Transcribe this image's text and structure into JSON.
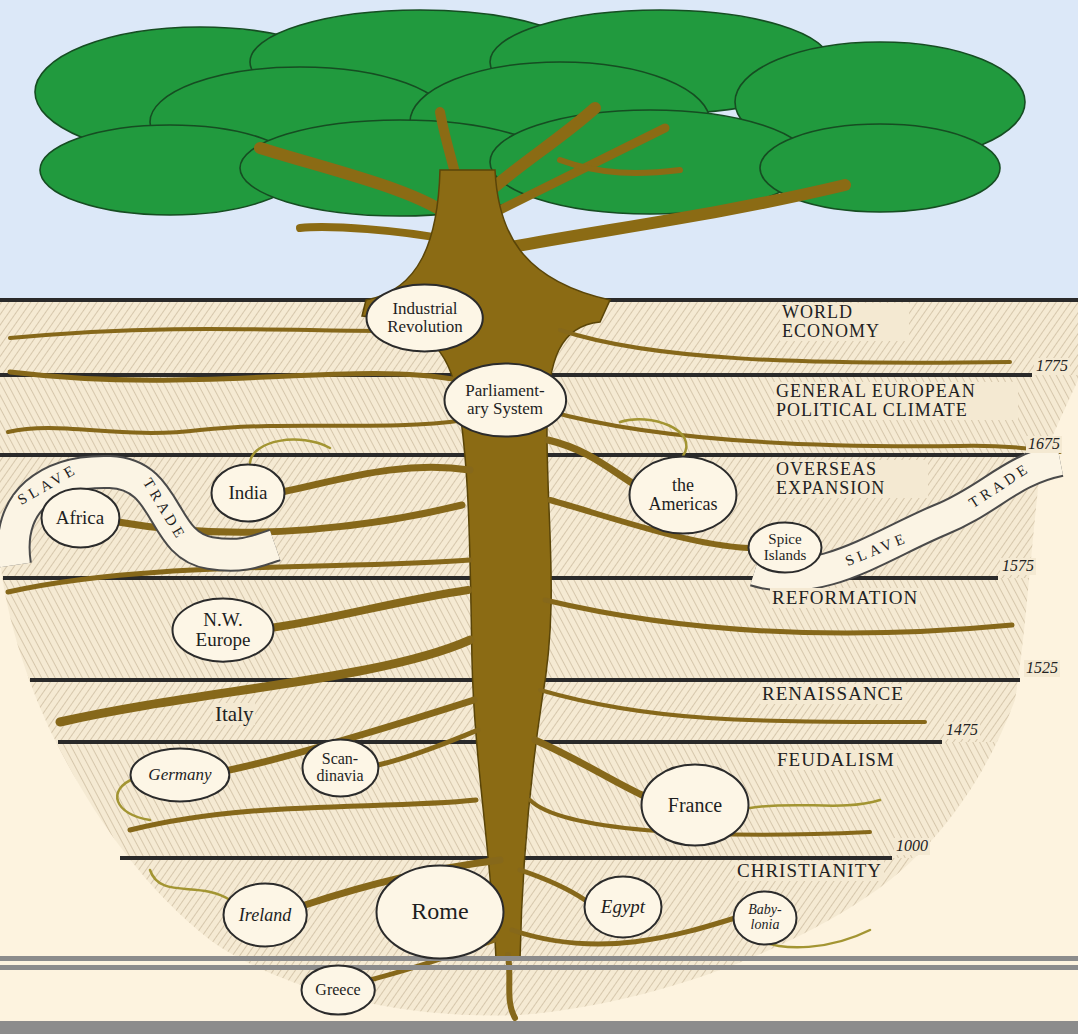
{
  "diagram": {
    "nodes": [
      {
        "text": [
          "Industrial Revolution"
        ]
      },
      {
        "text": [
          "Parliament- ary System"
        ]
      },
      {
        "text": [
          "India"
        ]
      },
      {
        "text": [
          "Africa"
        ]
      },
      {
        "text": [
          "the Americas"
        ]
      },
      {
        "text": [
          "Spice Islands"
        ]
      },
      {
        "text": [
          "N.W. Europe"
        ]
      },
      {
        "text": [
          "Germany"
        ]
      },
      {
        "text": [
          "Scan- dinavia"
        ]
      },
      {
        "text": [
          "France"
        ]
      },
      {
        "text": [
          "Ireland"
        ]
      },
      {
        "text": [
          "Rome"
        ]
      },
      {
        "text": [
          "Egypt"
        ]
      },
      {
        "text": [
          "Baby- lonia"
        ]
      },
      {
        "text": [
          "Greece"
        ]
      }
    ],
    "labels": [
      "WORLD ECONOMY",
      "1775",
      "GENERAL EUROPEAN POLITICAL CLIMATE",
      "1675",
      "SLAVE",
      "TRADE",
      "OVERSEAS EXPANSION",
      "SLAVE",
      "TRADE",
      "1575",
      "REFORMATION",
      "1525",
      "RENAISSANCE",
      "Italy",
      "1475",
      "FEUDALISM",
      "1000",
      "CHRISTIANITY"
    ]
  }
}
